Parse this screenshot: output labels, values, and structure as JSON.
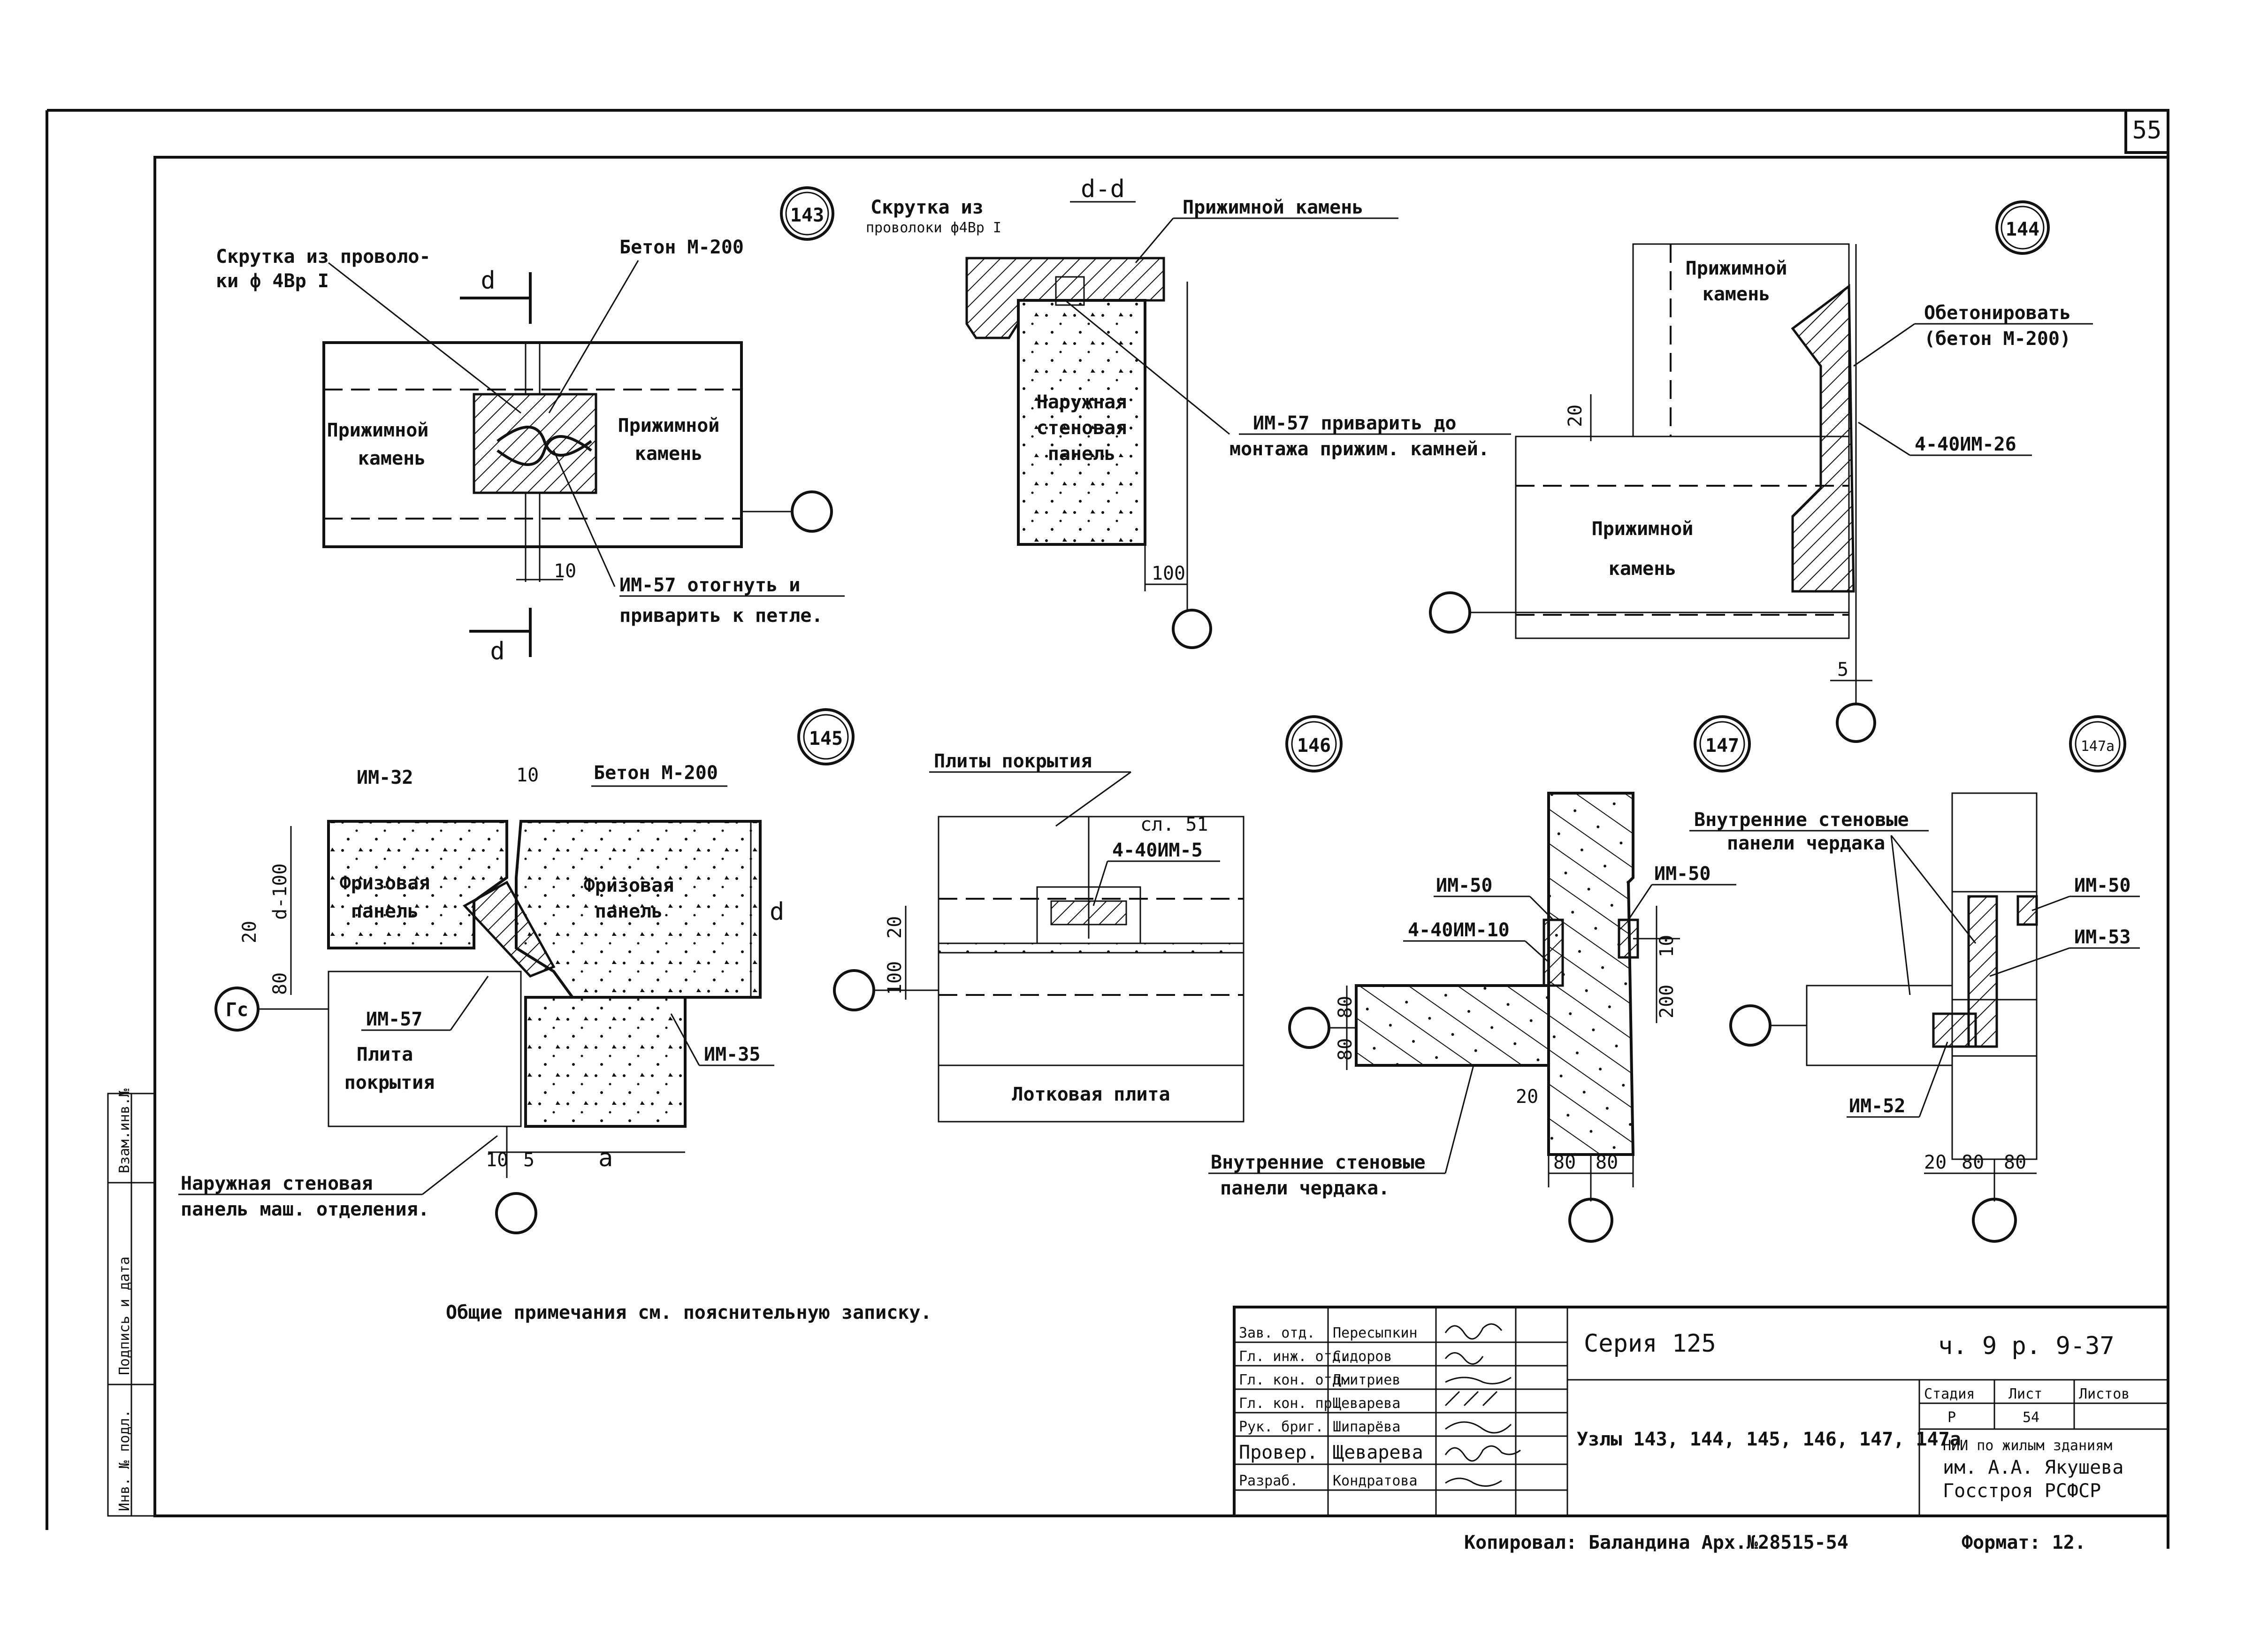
{
  "sheet": {
    "page_number": "55",
    "general_note": "Общие примечания см. пояснительную записку.",
    "copied_by": "Копировал: Баландина   Арх.№28515-54",
    "format_label": "Формат: 12."
  },
  "left_strip": {
    "inv_podl": "Инв. № подл.",
    "signature_date": "Подпись и дата",
    "vzam_inv": "Взам.инв.№"
  },
  "nodes": {
    "n143": {
      "badge": "143",
      "twist_label_line1": "Скрутка из проволо-",
      "twist_label_line2": "ки ф 4Вр I",
      "concrete_label": "Бетон М-200",
      "section_mark": "d",
      "stone_left_line1": "Прижимной",
      "stone_left_line2": "камень",
      "stone_right_line1": "Прижимной",
      "stone_right_line2": "камень",
      "dim_10": "10",
      "im57_note_line1": "ИМ-57 отогнуть и",
      "im57_note_line2": "приварить к петле."
    },
    "dd": {
      "title": "d-d",
      "twist_label_line1": "Скрутка из",
      "twist_label_line2": "проволоки ф4Вр I",
      "stone_label": "Прижимной камень",
      "panel_line1": "Наружная",
      "panel_line2": "стеновая",
      "panel_line3": "панель",
      "im57_note_line1": "ИМ-57 приварить до",
      "im57_note_line2": "монтажа прижим. камней.",
      "dim_100": "100"
    },
    "n144": {
      "badge": "144",
      "stone_top_line1": "Прижимной",
      "stone_top_line2": "камень",
      "concrete_note_line1": "Обетонировать",
      "concrete_note_line2": "(бетон М-200)",
      "part_label": "4-40ИМ-26",
      "dim_20": "20",
      "stone_bottom_line1": "Прижимной",
      "stone_bottom_line2": "камень",
      "dim_5": "5"
    },
    "n145": {
      "badge": "145",
      "im32": "ИМ-32",
      "dim_10_top": "10",
      "concrete_label": "Бетон М-200",
      "frieze_left_line1": "Фризовая",
      "frieze_left_line2": "панель",
      "frieze_right_line1": "Фризовая",
      "frieze_right_line2": "панель",
      "dim_d100": "d-100",
      "dim_20": "20",
      "dim_80": "80",
      "dim_d": "d",
      "axis_label": "Гс",
      "im57": "ИМ-57",
      "im35": "ИМ-35",
      "slab_line1": "Плита",
      "slab_line2": "покрытия",
      "dim_10_bottom": "10",
      "dim_5": "5",
      "dim_a": "a",
      "wall_note_line1": "Наружная стеновая",
      "wall_note_line2": "панель маш. отделения."
    },
    "n146": {
      "badge": "146",
      "slabs_label": "Плиты покрытия",
      "handwritten": "сл. 51",
      "part_label": "4-40ИМ-5",
      "dim_100": "100",
      "dim_20": "20",
      "tray_slab": "Лотковая плита"
    },
    "n147": {
      "badge": "147",
      "im50_left": "ИМ-50",
      "im50_right": "ИМ-50",
      "part_label": "4-40ИМ-10",
      "dim_10": "10",
      "dim_200": "200",
      "dim_80a": "80",
      "dim_80b": "80",
      "dim_20": "20",
      "dim_80c": "80",
      "dim_80d": "80",
      "note_line1": "Внутренние стеновые",
      "note_line2": "панели чердака."
    },
    "n147a": {
      "badge": "147а",
      "note_line1": "Внутренние стеновые",
      "note_line2": "панели чердака",
      "im50": "ИМ-50",
      "im53": "ИМ-53",
      "im52": "ИМ-52",
      "dim_20": "20",
      "dim_80a": "80",
      "dim_80b": "80"
    }
  },
  "title_block": {
    "roles": [
      "Зав. отд.",
      "Гл. инж. отд.",
      "Гл. кон. отд.",
      "Гл. кон. пр.",
      "Рук. бриг.",
      "Провер.",
      "Разраб."
    ],
    "names": [
      "Пересыпкин",
      "Сидоров",
      "Дмитриев",
      "Щеварева",
      "Шипарёва",
      "Щеварева",
      "Кондратова"
    ],
    "series": "Серия 125",
    "sheet_code": "ч. 9 р. 9-37",
    "stage_header": "Стадия",
    "sheet_header": "Лист",
    "sheets_header": "Листов",
    "stage_value": "Р",
    "sheet_value": "54",
    "nodes_title": "Узлы 143, 144, 145, 146, 147, 147а",
    "org_line1": "НИИ по жилым зданиям",
    "org_line2": "им. А.А. Якушева",
    "org_line3": "Госстроя РСФСР"
  }
}
